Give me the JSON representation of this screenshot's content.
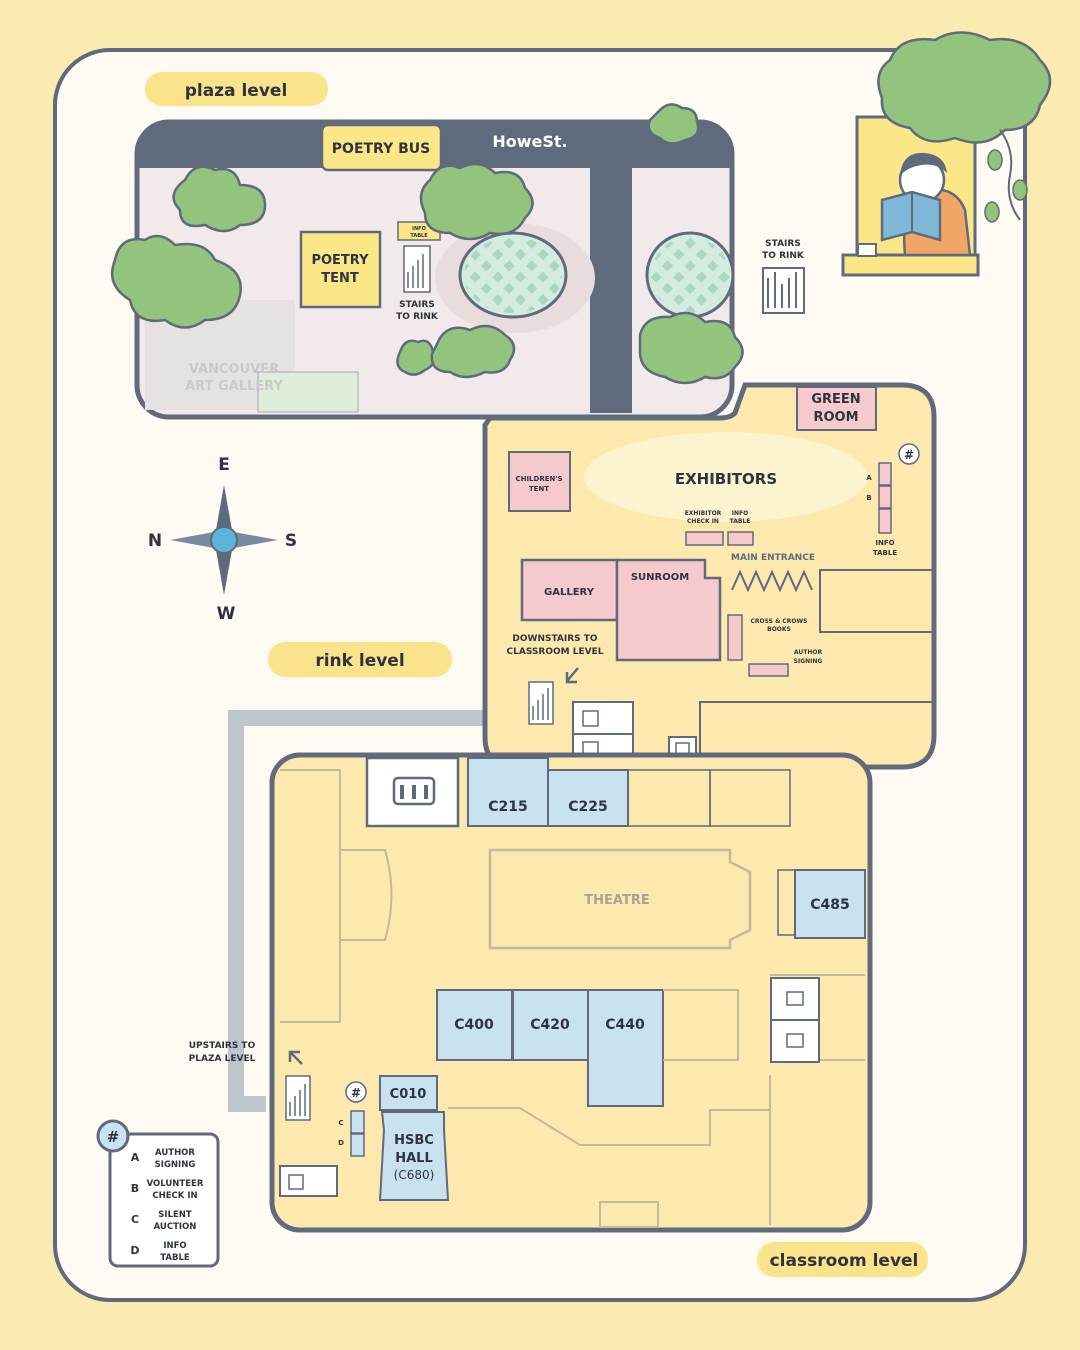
{
  "levels": {
    "plaza": "plaza level",
    "rink": "rink level",
    "classroom": "classroom level"
  },
  "plaza": {
    "street": "HoweSt.",
    "poetry_bus": "POETRY BUS",
    "poetry_tent": [
      "POETRY",
      "TENT"
    ],
    "info_table_small": [
      "INFO",
      "TABLE"
    ],
    "stairs_to_rink": [
      "STAIRS",
      "TO RINK"
    ],
    "art_gallery": [
      "VANCOUVER",
      "ART GALLERY"
    ]
  },
  "outside": {
    "stairs_to_rink": [
      "STAIRS",
      "TO RINK"
    ]
  },
  "compass": {
    "top": "E",
    "left": "N",
    "right": "S",
    "bottom": "W"
  },
  "rink": {
    "green_room": [
      "GREEN",
      "ROOM"
    ],
    "childrens_tent": [
      "CHILDREN'S",
      "TENT"
    ],
    "exhibitors": "EXHIBITORS",
    "exhibitor_checkin": [
      "EXHIBITOR",
      "CHECK IN"
    ],
    "info_table_small": [
      "INFO",
      "TABLE"
    ],
    "main_entrance": "MAIN ENTRANCE",
    "gallery": "GALLERY",
    "sunroom": "SUNROOM",
    "cross_crows": [
      "CROSS & CROWS",
      "BOOKS"
    ],
    "author_signing": [
      "AUTHOR",
      "SIGNING"
    ],
    "info_table_right": [
      "INFO",
      "TABLE"
    ],
    "letter_a": "A",
    "letter_b": "B",
    "hash": "#",
    "downstairs": [
      "DOWNSTAIRS TO",
      "CLASSROOM LEVEL"
    ]
  },
  "classroom": {
    "rooms": {
      "c215": "C215",
      "c225": "C225",
      "c485": "C485",
      "c400": "C400",
      "c420": "C420",
      "c440": "C440",
      "c010": "C010"
    },
    "theatre": "THEATRE",
    "hsbc": [
      "HSBC",
      "HALL",
      "(C680)"
    ],
    "upstairs": [
      "UPSTAIRS TO",
      "PLAZA LEVEL"
    ],
    "hash": "#",
    "letter_c": "C",
    "letter_d": "D"
  },
  "legend": {
    "hash": "#",
    "items": [
      {
        "letter": "A",
        "lines": [
          "AUTHOR",
          "SIGNING"
        ]
      },
      {
        "letter": "B",
        "lines": [
          "VOLUNTEER",
          "CHECK IN"
        ]
      },
      {
        "letter": "C",
        "lines": [
          "SILENT",
          "AUCTION"
        ]
      },
      {
        "letter": "D",
        "lines": [
          "INFO",
          "TABLE"
        ]
      }
    ]
  },
  "colors": {
    "background": "#fcebb0",
    "outline": "#5f6a7d",
    "plaza_fill": "#f2eaea",
    "rink_fill": "#fde9ad",
    "pink": "#f6c9cc",
    "blue": "#c9e2f0",
    "tree": "#93c47d",
    "pill": "#fae38a",
    "yellow_box": "#fce788"
  }
}
